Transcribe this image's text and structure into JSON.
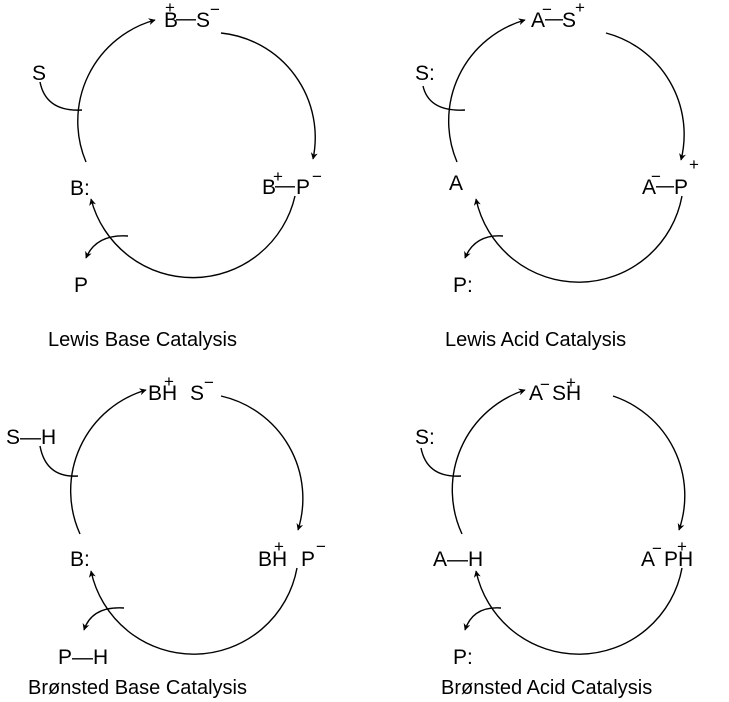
{
  "panels": [
    {
      "caption": "Lewis Base Catalysis",
      "top": {
        "a": "B",
        "b": "S",
        "ca": "+",
        "cb": "−",
        "bond": "—"
      },
      "right": {
        "a": "B",
        "b": "P",
        "ca": "+",
        "cb": "−",
        "bond": "—"
      },
      "left": "B:",
      "in": "S",
      "out": "P"
    },
    {
      "caption": "Lewis Acid Catalysis",
      "top": {
        "a": "A",
        "b": "S",
        "ca": "−",
        "cb": "+",
        "bond": "—"
      },
      "right": {
        "a": "A",
        "b": "P",
        "ca": "−",
        "cb": "+",
        "bond": "—"
      },
      "left": "A",
      "in": "S:",
      "out": "P:"
    },
    {
      "caption": "Brønsted Base Catalysis",
      "top": {
        "a": "BH",
        "b": "S",
        "ca": "+",
        "cb": "−",
        "bond": ""
      },
      "right": {
        "a": "BH",
        "b": "P",
        "ca": "+",
        "cb": "−",
        "bond": ""
      },
      "left": "B:",
      "in": "S—H",
      "out": "P—H"
    },
    {
      "caption": "Brønsted Acid Catalysis",
      "top": {
        "a": "A",
        "b": "SH",
        "ca": "−",
        "cb": "+",
        "bond": ""
      },
      "right": {
        "a": "A",
        "b": "PH",
        "ca": "−",
        "cb": "+",
        "bond": ""
      },
      "left": "A—H",
      "in": "S:",
      "out": "P:"
    }
  ]
}
